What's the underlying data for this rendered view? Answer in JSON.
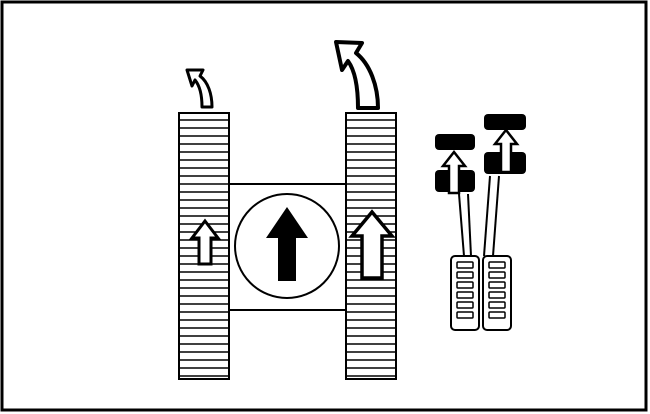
{
  "diagram": {
    "colors": {
      "ink": "#000000",
      "paper": "#ffffff"
    },
    "elements": [
      "frame-border",
      "left-track",
      "right-track",
      "machine-body",
      "forward-direction-icon",
      "left-track-forward-arrow-icon",
      "right-track-forward-arrow-icon",
      "left-turn-small-arrow-icon",
      "left-turn-large-arrow-icon",
      "left-control-lever",
      "right-control-lever",
      "left-lever-up-arrow-icon",
      "right-lever-up-arrow-icon",
      "left-pedal",
      "right-pedal"
    ]
  }
}
